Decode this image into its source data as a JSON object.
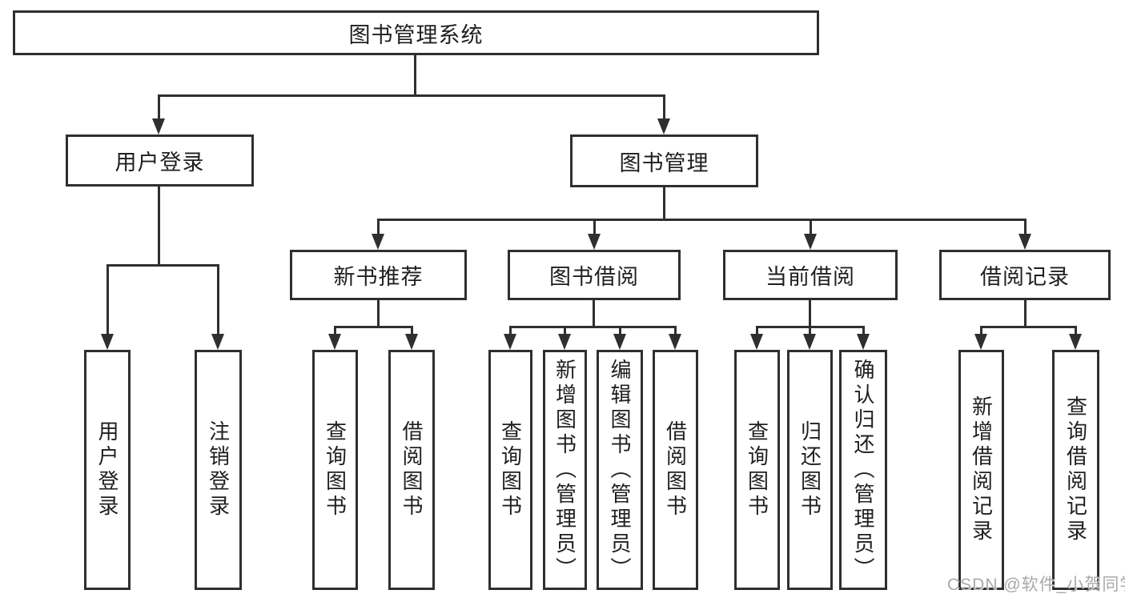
{
  "root": {
    "label": "图书管理系统"
  },
  "level2": {
    "user_login": {
      "label": "用户登录"
    },
    "book_management": {
      "label": "图书管理"
    }
  },
  "level3": {
    "new_book_recommend": {
      "label": "新书推荐"
    },
    "book_borrowing": {
      "label": "图书借阅"
    },
    "current_borrowing": {
      "label": "当前借阅"
    },
    "borrowing_records": {
      "label": "借阅记录"
    }
  },
  "leaves": {
    "user_login": {
      "label": "用户登录"
    },
    "logout_login": {
      "label": "注销登录"
    },
    "recommend_query_books": {
      "label": "查询图书"
    },
    "recommend_borrow_books": {
      "label": "借阅图书"
    },
    "borrowing_query_books": {
      "label": "查询图书"
    },
    "borrowing_add_books": {
      "label": "新增图书（管理员）"
    },
    "borrowing_edit_books": {
      "label": "编辑图书（管理员）"
    },
    "borrowing_borrow_books": {
      "label": "借阅图书"
    },
    "current_query_books": {
      "label": "查询图书"
    },
    "current_return_books": {
      "label": "归还图书"
    },
    "current_confirm_return": {
      "label": "确认归还（管理员）"
    },
    "records_add_record": {
      "label": "新增借阅记录"
    },
    "records_query_record": {
      "label": "查询借阅记录"
    }
  },
  "watermark": {
    "text": "CSDN @软件_小贺同学"
  },
  "colors": {
    "line": "#2f2f2f",
    "text": "#1f1f1f",
    "background": "#ffffff",
    "watermark": "#a9a9a9"
  }
}
